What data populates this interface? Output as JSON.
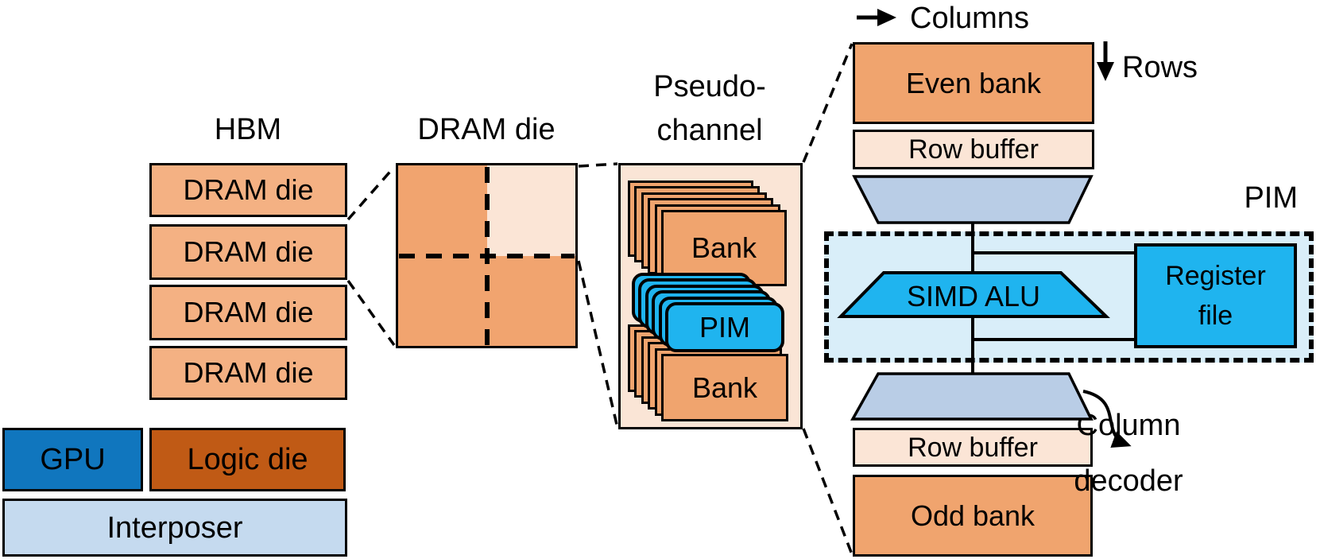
{
  "palette": {
    "dram_die_fill": "#F4B183",
    "bank_fill": "#F0A46E",
    "square_mid": "#F1A46F",
    "square_light": "#FBE5D6",
    "pseudo_fill": "#FAE5D6",
    "row_buffer_fill": "#FBE5D6",
    "logic_fill": "#C05A15",
    "gpu_fill": "#1076BE",
    "interposer_fill": "#C5DAEF",
    "decoder_fill": "#B9CDE6",
    "pim_cyan": "#1FB4EF",
    "region_fill": "#D9EEF9"
  },
  "hbm": {
    "title": "HBM",
    "dies": [
      "DRAM die",
      "DRAM die",
      "DRAM die",
      "DRAM die"
    ],
    "gpu": "GPU",
    "logic_die": "Logic die",
    "interposer": "Interposer"
  },
  "dram_die": {
    "title": "DRAM die"
  },
  "pseudo_channel": {
    "title_line1": "Pseudo-",
    "title_line2": "channel",
    "top_bank": "Bank",
    "pim": "PIM",
    "bottom_bank": "Bank"
  },
  "bank_detail": {
    "columns": "Columns",
    "rows": "Rows",
    "even_bank": "Even bank",
    "row_buffer_top": "Row buffer",
    "pim": "PIM",
    "simd_alu": "SIMD ALU",
    "register_line1": "Register",
    "register_line2": "file",
    "row_buffer_bottom": "Row buffer",
    "odd_bank": "Odd bank",
    "column_decoder_line1": "Column",
    "column_decoder_line2": "decoder"
  }
}
